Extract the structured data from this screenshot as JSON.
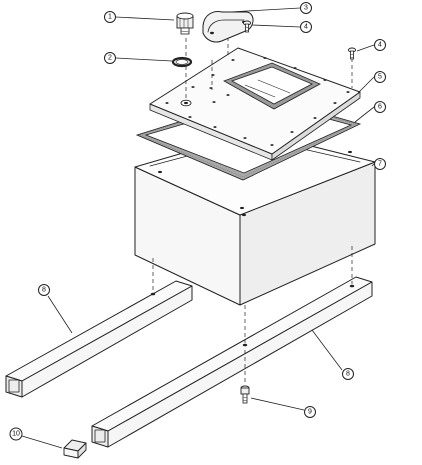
{
  "callouts": [
    {
      "id": "1",
      "label": "1"
    },
    {
      "id": "2",
      "label": "2"
    },
    {
      "id": "3",
      "label": "3"
    },
    {
      "id": "4a",
      "label": "4"
    },
    {
      "id": "4b",
      "label": "4"
    },
    {
      "id": "5",
      "label": "5"
    },
    {
      "id": "6",
      "label": "6"
    },
    {
      "id": "7",
      "label": "7"
    },
    {
      "id": "8a",
      "label": "8"
    },
    {
      "id": "8b",
      "label": "8"
    },
    {
      "id": "9",
      "label": "9"
    },
    {
      "id": "10",
      "label": "10"
    }
  ],
  "colors": {
    "line": "#222222",
    "paper": "#ffffff",
    "shade": "#f3f3f3",
    "gasket": "#888888"
  }
}
